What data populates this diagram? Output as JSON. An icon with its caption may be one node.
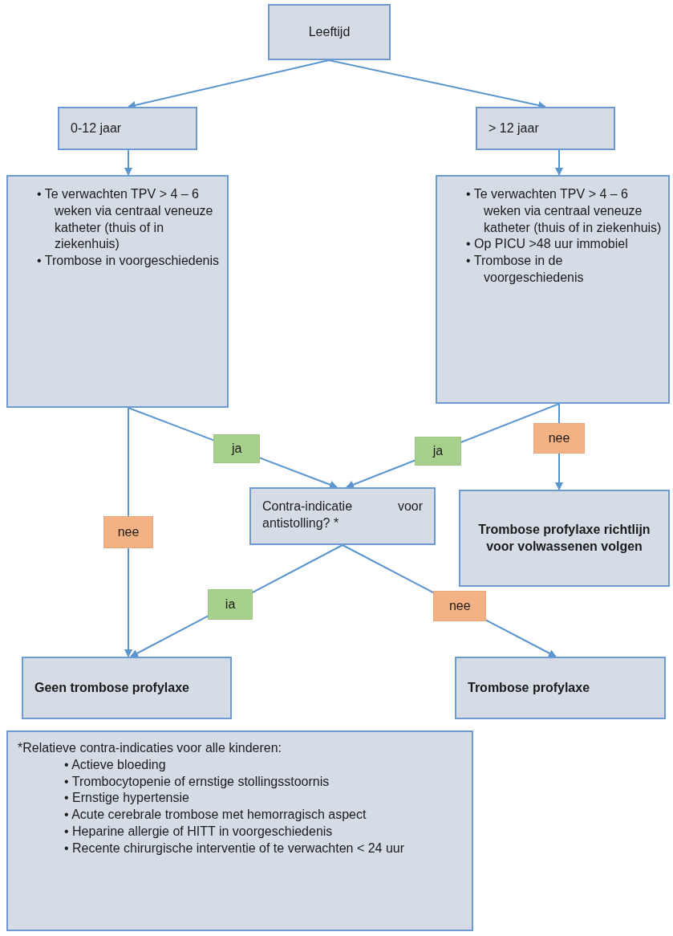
{
  "diagram": {
    "nodes": [
      {
        "text": [
          "Leeftijd"
        ]
      },
      {
        "text": [
          "0-12 jaar"
        ]
      },
      {
        "text": [
          "> 12 jaar"
        ]
      },
      {
        "text": [
          "• Te verwachten TPV > 4 – 6 weken via centraal veneuze katheter (thuis of in ziekenhuis)",
          "• Trombose in voorgeschiedenis"
        ]
      },
      {
        "text": [
          "• Te verwachten TPV > 4 – 6 weken via centraal veneuze katheter (thuis of in ziekenhuis)",
          "• Op PICU >48 uur immobiel",
          "• Trombose in de voorgeschiedenis"
        ]
      },
      {
        "text": [
          "Contra-indicatie voor antistolling? *"
        ]
      },
      {
        "text": [
          "Trombose profylaxe richtlijn voor volwassenen volgen"
        ]
      },
      {
        "text": [
          "Geen trombose profylaxe"
        ]
      },
      {
        "text": [
          "Trombose profylaxe"
        ]
      },
      {
        "text": [
          "*Relatieve contra-indicaties voor alle kinderen:",
          "• Actieve bloeding",
          "• Trombocytopenie of ernstige stollingsstoornis",
          "• Ernstige hypertensie",
          "• Acute cerebrale trombose met hemorragisch aspect",
          "• Heparine allergie of HITT in voorgeschiedenis",
          "• Recente chirurgische interventie of te verwachten < 24 uur"
        ]
      }
    ],
    "edges": [
      {
        "from": 0,
        "to": 1,
        "arrow": "to"
      },
      {
        "from": 0,
        "to": 2,
        "arrow": "to"
      },
      {
        "from": 1,
        "to": 3,
        "arrow": "to"
      },
      {
        "from": 2,
        "to": 4,
        "arrow": "to"
      },
      {
        "from": 3,
        "to": 5,
        "arrow": "to",
        "label": "ja"
      },
      {
        "from": 4,
        "to": 5,
        "arrow": "to",
        "label": "ja"
      },
      {
        "from": 4,
        "to": 6,
        "arrow": "to",
        "label": "nee"
      },
      {
        "from": 3,
        "to": 7,
        "arrow": "to",
        "label": "nee"
      },
      {
        "from": 5,
        "to": 7,
        "arrow": "to",
        "label": "ia"
      },
      {
        "from": 5,
        "to": 8,
        "arrow": "to",
        "label": "nee"
      }
    ]
  }
}
